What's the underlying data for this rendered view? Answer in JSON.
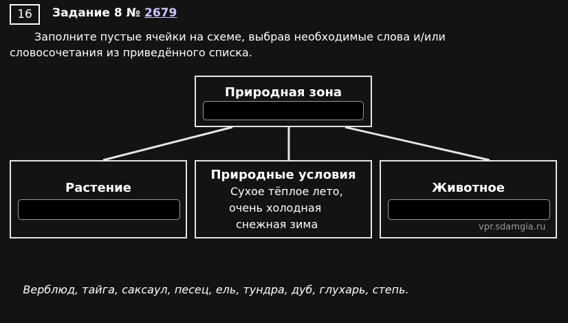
{
  "task": {
    "number": "16",
    "label": "Задание 8 №",
    "id_link": "2679"
  },
  "instruction": "Заполните пустые ячейки на схеме, выбрав необходимые слова и/или словосочетания из приведённого списка.",
  "diagram": {
    "top": {
      "title": "Природная зона",
      "answer": ""
    },
    "left": {
      "title": "Растение",
      "answer": ""
    },
    "middle": {
      "title": "Природные условия",
      "lines": [
        "Сухое тёплое лето,",
        "очень холодная",
        "снежная зима"
      ]
    },
    "right": {
      "title": "Животное",
      "answer": ""
    }
  },
  "watermark": "vpr.sdamgia.ru",
  "word_list": "Верблюд, тайга, саксаул, песец, ель, тундра, дуб, глухарь, степь.",
  "colors": {
    "background": "#141213",
    "text": "#ffffff",
    "link": "#c9c3ff",
    "slot": "#000000"
  }
}
